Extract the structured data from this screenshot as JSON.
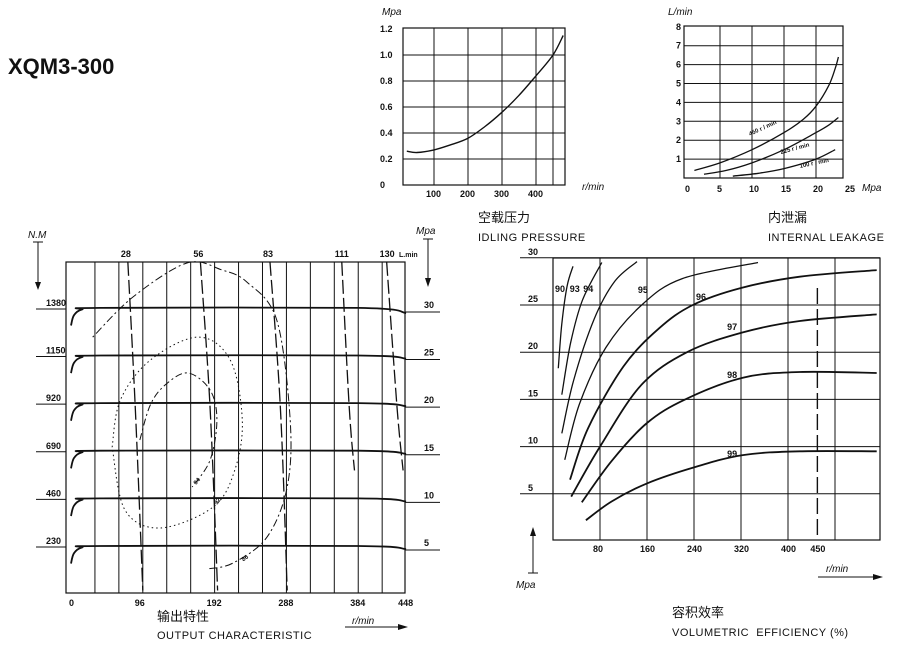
{
  "model": "XQM3-300",
  "chart_data": [
    {
      "id": "idling",
      "type": "line",
      "title_cn": "空载压力",
      "title": "IDLING PRESSURE",
      "xlabel": "r/min",
      "ylabel": "Mpa",
      "xticks": [
        100,
        200,
        300,
        400
      ],
      "yticks": [
        0,
        0.2,
        0.4,
        0.6,
        0.8,
        1.0,
        1.2
      ],
      "ytick_labels": [
        "0",
        "0.2",
        "0.4",
        "0.6",
        "0.8",
        "1.0",
        "1.2"
      ],
      "grid": true,
      "series": [
        {
          "points": [
            [
              20,
              0.26
            ],
            [
              50,
              0.25
            ],
            [
              100,
              0.27
            ],
            [
              150,
              0.31
            ],
            [
              200,
              0.36
            ],
            [
              250,
              0.45
            ],
            [
              300,
              0.56
            ],
            [
              350,
              0.69
            ],
            [
              400,
              0.84
            ],
            [
              450,
              1.0
            ],
            [
              480,
              1.15
            ]
          ]
        }
      ]
    },
    {
      "id": "leakage",
      "type": "line",
      "title_cn": "内泄漏",
      "title": "INTERNAL LEAKAGE",
      "xlabel": "Mpa",
      "ylabel": "L/min",
      "xticks": [
        0,
        5,
        10,
        15,
        20,
        25
      ],
      "yticks": [
        1,
        2,
        3,
        4,
        5,
        6,
        7,
        8
      ],
      "grid": true,
      "series": [
        {
          "name": "450 r / min",
          "points": [
            [
              1,
              0.4
            ],
            [
              5,
              0.8
            ],
            [
              10,
              1.5
            ],
            [
              15,
              2.4
            ],
            [
              18,
              3.1
            ],
            [
              20,
              3.8
            ],
            [
              22,
              4.9
            ],
            [
              23,
              5.8
            ],
            [
              23.5,
              6.4
            ]
          ]
        },
        {
          "name": "225 r / min",
          "points": [
            [
              2.5,
              0.2
            ],
            [
              6,
              0.4
            ],
            [
              10,
              0.8
            ],
            [
              15,
              1.5
            ],
            [
              20,
              2.4
            ],
            [
              22,
              2.8
            ],
            [
              23.5,
              3.2
            ]
          ]
        },
        {
          "name": "100 r / min",
          "points": [
            [
              7,
              0.1
            ],
            [
              11,
              0.25
            ],
            [
              15,
              0.5
            ],
            [
              20,
              1.0
            ],
            [
              23,
              1.5
            ]
          ]
        }
      ]
    },
    {
      "id": "output",
      "type": "line",
      "title_cn": "输出特性",
      "title": "OUTPUT CHARACTERISTIC",
      "xlabel": "r/min",
      "ylabel_left": "N.M",
      "ylabel_right": "Mpa",
      "xticks": [
        0,
        96,
        192,
        288,
        384,
        448
      ],
      "torque_ticks": [
        230,
        460,
        690,
        920,
        1150,
        1380
      ],
      "pressure_ticks": [
        5,
        10,
        15,
        20,
        25,
        30
      ],
      "flow_unit": "L.min",
      "grid": true,
      "torque_series": [
        {
          "pressure": 30,
          "points": [
            [
              0,
              1300
            ],
            [
              4,
              1350
            ],
            [
              15,
              1378
            ],
            [
              40,
              1385
            ],
            [
              384,
              1385
            ],
            [
              448,
              1360
            ]
          ]
        },
        {
          "pressure": 25,
          "points": [
            [
              0,
              1070
            ],
            [
              4,
              1120
            ],
            [
              15,
              1148
            ],
            [
              40,
              1155
            ],
            [
              384,
              1155
            ],
            [
              448,
              1140
            ]
          ]
        },
        {
          "pressure": 20,
          "points": [
            [
              0,
              840
            ],
            [
              4,
              890
            ],
            [
              15,
              918
            ],
            [
              40,
              925
            ],
            [
              384,
              925
            ],
            [
              448,
              910
            ]
          ]
        },
        {
          "pressure": 15,
          "points": [
            [
              0,
              610
            ],
            [
              4,
              660
            ],
            [
              15,
              688
            ],
            [
              40,
              695
            ],
            [
              384,
              695
            ],
            [
              448,
              680
            ]
          ]
        },
        {
          "pressure": 10,
          "points": [
            [
              0,
              380
            ],
            [
              4,
              430
            ],
            [
              15,
              458
            ],
            [
              40,
              465
            ],
            [
              384,
              465
            ],
            [
              448,
              450
            ]
          ]
        },
        {
          "pressure": 5,
          "points": [
            [
              0,
              150
            ],
            [
              4,
              200
            ],
            [
              15,
              228
            ],
            [
              40,
              235
            ],
            [
              384,
              235
            ],
            [
              448,
              220
            ]
          ]
        }
      ],
      "flow_lines": [
        {
          "label": "28",
          "points": [
            [
              76,
              1607
            ],
            [
              86,
              900
            ],
            [
              96,
              20
            ]
          ]
        },
        {
          "label": "56",
          "points": [
            [
              173,
              1607
            ],
            [
              186,
              900
            ],
            [
              196,
              20
            ]
          ]
        },
        {
          "label": "83",
          "points": [
            [
              266,
              1607
            ],
            [
              280,
              900
            ],
            [
              289,
              20
            ]
          ]
        },
        {
          "label": "111",
          "points": [
            [
              362,
              1607
            ],
            [
              372,
              900
            ],
            [
              379,
              600
            ]
          ]
        },
        {
          "label": "130",
          "points": [
            [
              422,
              1607
            ],
            [
              436,
              900
            ],
            [
              444,
              600
            ]
          ]
        }
      ],
      "efficiency_contours": [
        {
          "label": "94",
          "points": [
            [
              92,
              747
            ],
            [
              106,
              916
            ],
            [
              126,
              1013
            ],
            [
              156,
              1071
            ],
            [
              186,
              988
            ],
            [
              195,
              843
            ],
            [
              186,
              650
            ],
            [
              162,
              520
            ]
          ]
        },
        {
          "label": "92",
          "points": [
            [
              55,
              713
            ],
            [
              66,
              940
            ],
            [
              106,
              1133
            ],
            [
              170,
              1244
            ],
            [
              213,
              1133
            ],
            [
              229,
              843
            ],
            [
              219,
              602
            ],
            [
              190,
              423
            ],
            [
              119,
              322
            ],
            [
              72,
              409
            ],
            [
              55,
              713
            ]
          ]
        },
        {
          "label": "86",
          "points": [
            [
              29,
              1244
            ],
            [
              83,
              1438
            ],
            [
              155,
              1602
            ],
            [
              202,
              1568
            ],
            [
              235,
              1510
            ],
            [
              275,
              1327
            ],
            [
              293,
              843
            ],
            [
              289,
              520
            ],
            [
              262,
              278
            ],
            [
              217,
              153
            ],
            [
              183,
              124
            ]
          ]
        }
      ]
    },
    {
      "id": "volumetric",
      "type": "line",
      "title_cn": "容积效率",
      "title": "VOLUMETRIC  EFFICIENCY (%)",
      "xlabel": "r/min",
      "ylabel": "Mpa",
      "xticks": [
        80,
        160,
        240,
        320,
        400,
        450
      ],
      "yticks": [
        5,
        10,
        15,
        20,
        25,
        30
      ],
      "grid": true,
      "marker_line": 450,
      "series": [
        {
          "name": "90",
          "points": [
            [
              9,
              18.3
            ],
            [
              15,
              23
            ],
            [
              24,
              27
            ],
            [
              34,
              29.1
            ]
          ]
        },
        {
          "name": "93",
          "points": [
            [
              15,
              15.5
            ],
            [
              30,
              21
            ],
            [
              50,
              25.5
            ],
            [
              83,
              29.5
            ]
          ]
        },
        {
          "name": "94",
          "points": [
            [
              15,
              11.4
            ],
            [
              35,
              17
            ],
            [
              70,
              23.5
            ],
            [
              105,
              27.5
            ],
            [
              143,
              29.6
            ]
          ]
        },
        {
          "name": "95",
          "points": [
            [
              20,
              8.6
            ],
            [
              45,
              14.5
            ],
            [
              90,
              20.5
            ],
            [
              151,
              25
            ],
            [
              220,
              27.8
            ],
            [
              349,
              29.5
            ]
          ]
        },
        {
          "name": "96",
          "points": [
            [
              29,
              6.5
            ],
            [
              60,
              12
            ],
            [
              120,
              18.5
            ],
            [
              180,
              22.5
            ],
            [
              238,
              25
            ],
            [
              320,
              26.8
            ],
            [
              420,
              28
            ],
            [
              551,
              28.7
            ]
          ]
        },
        {
          "name": "97",
          "points": [
            [
              31,
              4.7
            ],
            [
              80,
              10
            ],
            [
              150,
              16.5
            ],
            [
              228,
              20
            ],
            [
              323,
              22.1
            ],
            [
              420,
              23.3
            ],
            [
              551,
              24
            ]
          ]
        },
        {
          "name": "98",
          "points": [
            [
              49,
              4.1
            ],
            [
              100,
              8.5
            ],
            [
              160,
              12.5
            ],
            [
              225,
              15
            ],
            [
              323,
              17.3
            ],
            [
              420,
              17.9
            ],
            [
              551,
              17.8
            ]
          ]
        },
        {
          "name": "99",
          "points": [
            [
              56,
              2.2
            ],
            [
              100,
              4.2
            ],
            [
              160,
              6.1
            ],
            [
              240,
              7.8
            ],
            [
              323,
              9.1
            ],
            [
              420,
              9.5
            ],
            [
              551,
              9.5
            ]
          ]
        }
      ]
    }
  ]
}
